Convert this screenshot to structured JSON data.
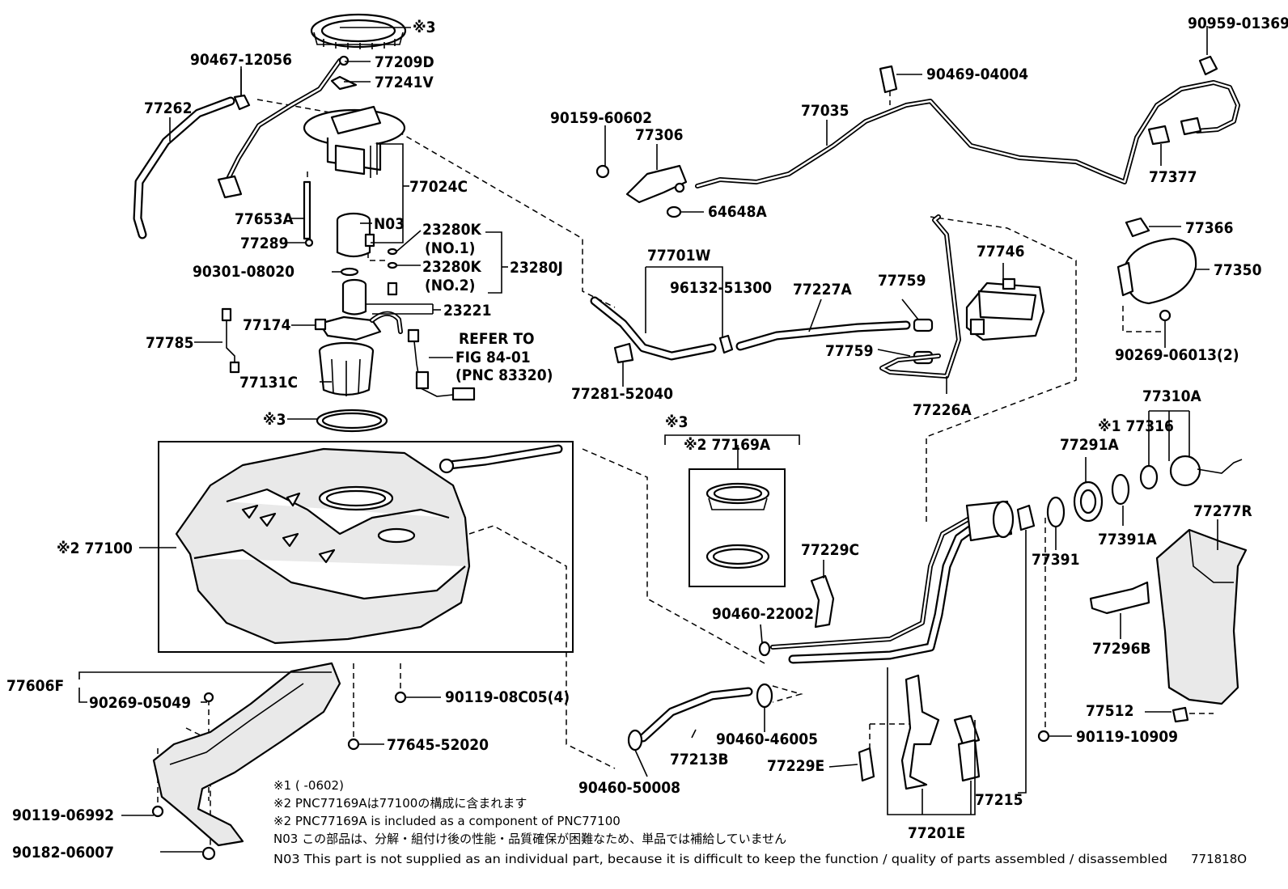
{
  "labels": {
    "l90959_01369": "90959-01369",
    "l90469_04004": "90469-04004",
    "l77035": "77035",
    "l90159_60602": "90159-60602",
    "l77306": "77306",
    "l64648A": "64648A",
    "l77377": "77377",
    "l77366": "77366",
    "l77350": "77350",
    "l90269_06013": "90269-06013(2)",
    "l90467_12056": "90467-12056",
    "l77209D": "77209D",
    "l77241V": "77241V",
    "l77262": "77262",
    "l77024C": "77024C",
    "l77653A": "77653A",
    "lN03": "N03",
    "l77289": "77289",
    "l23280K_1": "23280K",
    "l23280K_1n": "(NO.1)",
    "l23280K_2": "23280K",
    "l23280K_2n": "(NO.2)",
    "l23280J": "23280J",
    "l90301_08020": "90301-08020",
    "l23221": "23221",
    "l77174": "77174",
    "l77785": "77785",
    "l77131C": "77131C",
    "lrefer1": "REFER TO",
    "lrefer2": "FIG 84-01",
    "lrefer3": "(PNC 83320)",
    "l77701W": "77701W",
    "l96132_51300": "96132-51300",
    "l77227A": "77227A",
    "l77759a": "77759",
    "l77759b": "77759",
    "l77746": "77746",
    "l77281_52040": "77281-52040",
    "l77226A": "77226A",
    "lx3_top": "※3",
    "lx3_ring": "※3",
    "lx3_box": "※3",
    "l77169A": "※2 77169A",
    "l77100": "※2 77100",
    "l77310A": "77310A",
    "l77316": "※1 77316",
    "l77291A": "77291A",
    "l77391": "77391",
    "l77391A": "77391A",
    "l77277R": "77277R",
    "l77229C": "77229C",
    "l90460_22002": "90460-22002",
    "l77296B": "77296B",
    "l77606F": "77606F",
    "l90269_05049": "90269-05049",
    "l90119_08C05": "90119-08C05(4)",
    "l77645_52020": "77645-52020",
    "l90460_46005": "90460-46005",
    "l77213B": "77213B",
    "l77229E": "77229E",
    "l77215": "77215",
    "l77512": "77512",
    "l90119_10909": "90119-10909",
    "l90119_06992": "90119-06992",
    "l90182_06007": "90182-06007",
    "l90460_50008": "90460-50008",
    "l77201E": "77201E"
  },
  "notes": {
    "n1": "※1 (      -0602)",
    "n2": "※2 PNC77169Aは77100の構成に含まれます",
    "n3": "※2 PNC77169A is included as a component of PNC77100",
    "n4": "N03 この部品は、分解・組付け後の性能・品質確保が困難なため、単品では補給していません",
    "n5": "N03 This part is not supplied as an individual part, because it is difficult to keep the function / quality of parts assembled / disassembled"
  },
  "figure_id": "771818O"
}
